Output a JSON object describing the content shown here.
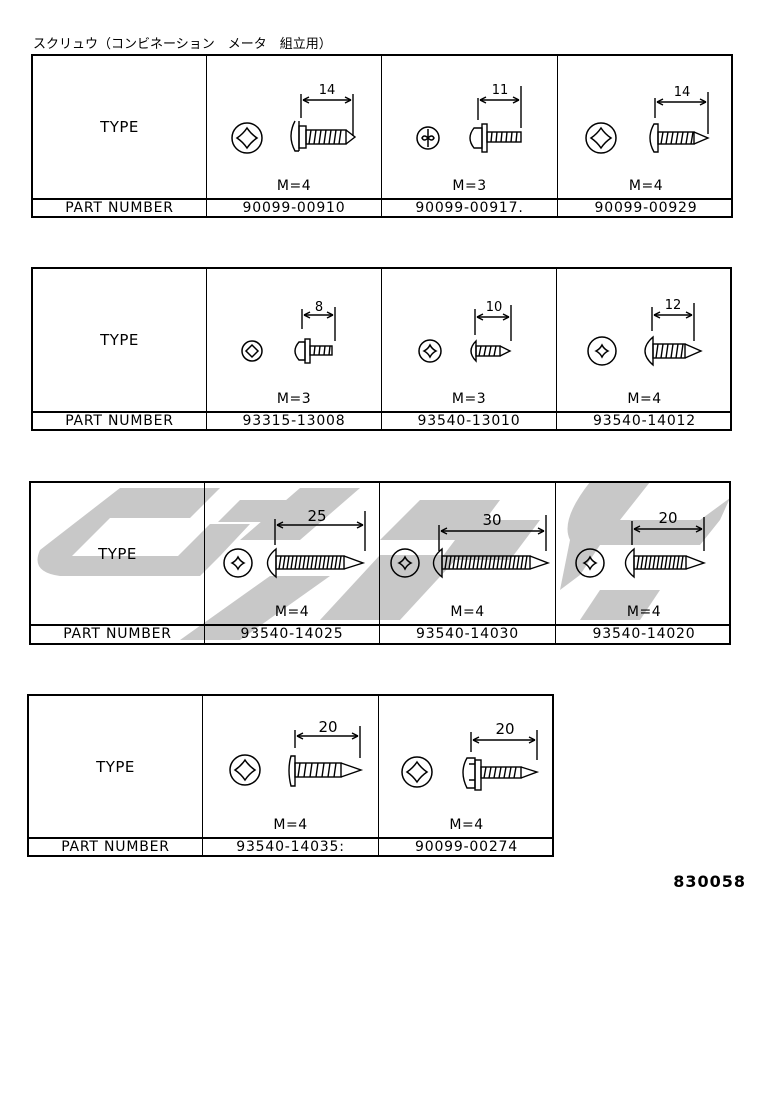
{
  "title": "スクリュウ（コンビネーション　メータ　組立用）",
  "row_labels": {
    "type": "TYPE",
    "part_number": "PART NUMBER"
  },
  "document_number": "830058",
  "colors": {
    "line": "#000000",
    "watermark": "#c8c8c8",
    "background": "#ffffff"
  },
  "tables": [
    {
      "items": [
        {
          "length": "14",
          "m": "M=4",
          "part_number": "90099-00910",
          "style": "washer-tapping",
          "icon": "phillips-head-icon"
        },
        {
          "length": "11",
          "m": "M=3",
          "part_number": "90099-00917.",
          "style": "washer-machine",
          "icon": "phillips-head-icon"
        },
        {
          "length": "14",
          "m": "M=4",
          "part_number": "90099-00929",
          "style": "pan-tapping",
          "icon": "phillips-head-icon"
        }
      ]
    },
    {
      "items": [
        {
          "length": "8",
          "m": "M=3",
          "part_number": "93315-13008",
          "style": "washer-machine",
          "icon": "phillips-head-icon"
        },
        {
          "length": "10",
          "m": "M=3",
          "part_number": "93540-13010",
          "style": "round-tapping",
          "icon": "phillips-head-icon"
        },
        {
          "length": "12",
          "m": "M=4",
          "part_number": "93540-14012",
          "style": "round-tapping",
          "icon": "phillips-head-icon"
        }
      ]
    },
    {
      "items": [
        {
          "length": "25",
          "m": "M=4",
          "part_number": "93540-14025",
          "style": "round-tapping",
          "icon": "phillips-head-icon"
        },
        {
          "length": "30",
          "m": "M=4",
          "part_number": "93540-14030",
          "style": "round-tapping",
          "icon": "phillips-head-icon"
        },
        {
          "length": "20",
          "m": "M=4",
          "part_number": "93540-14020",
          "style": "round-tapping",
          "icon": "phillips-head-icon"
        }
      ]
    },
    {
      "items": [
        {
          "length": "20",
          "m": "M=4",
          "part_number": "93540-14035:",
          "style": "pan-tapping",
          "icon": "phillips-head-icon"
        },
        {
          "length": "20",
          "m": "M=4",
          "part_number": "90099-00274",
          "style": "washer-tapping",
          "icon": "phillips-head-icon"
        }
      ]
    }
  ]
}
